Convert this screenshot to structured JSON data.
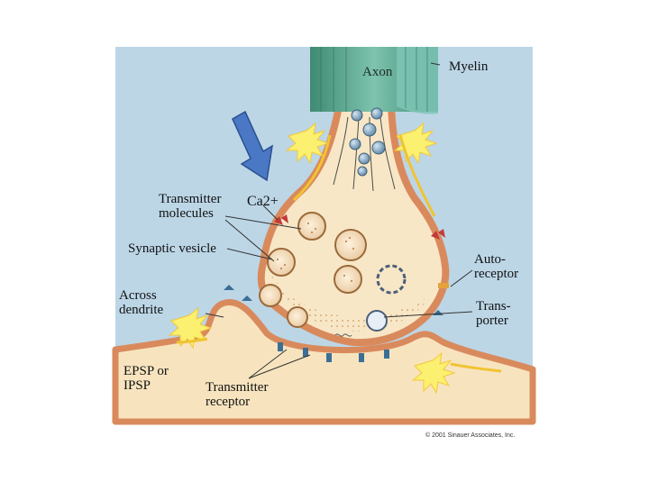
{
  "labels": {
    "axon": "Axon",
    "myelin": "Myelin",
    "transmitter_molecules": "Transmitter\nmolecules",
    "calcium": "Ca2+",
    "synaptic_vesicle": "Synaptic vesicle",
    "across_dendrite": "Across\ndendrite",
    "autoreceptor": "Auto-\nreceptor",
    "transporter": "Trans-\nporter",
    "epsp_ipsp": "EPSP or\nIPSP",
    "transmitter_receptor": "Transmitter\nreceptor"
  },
  "copyright": "© 2001 Sinauer Associates, Inc.",
  "colors": {
    "background_panel": "#bcd6e6",
    "terminal_fill": "#f8e7c6",
    "terminal_rim": "#d98a5d",
    "dendrite_fill": "#f7e4bf",
    "axon_green": "#5aa38d",
    "myelin_teal": "#7fc6b6",
    "arrow_blue": "#4a78c5",
    "flash_yellow": "#fbf070",
    "ion_channel_red": "#c23a3a"
  },
  "icons": {
    "pointer_arrow": "blue-down-arrow-icon"
  }
}
